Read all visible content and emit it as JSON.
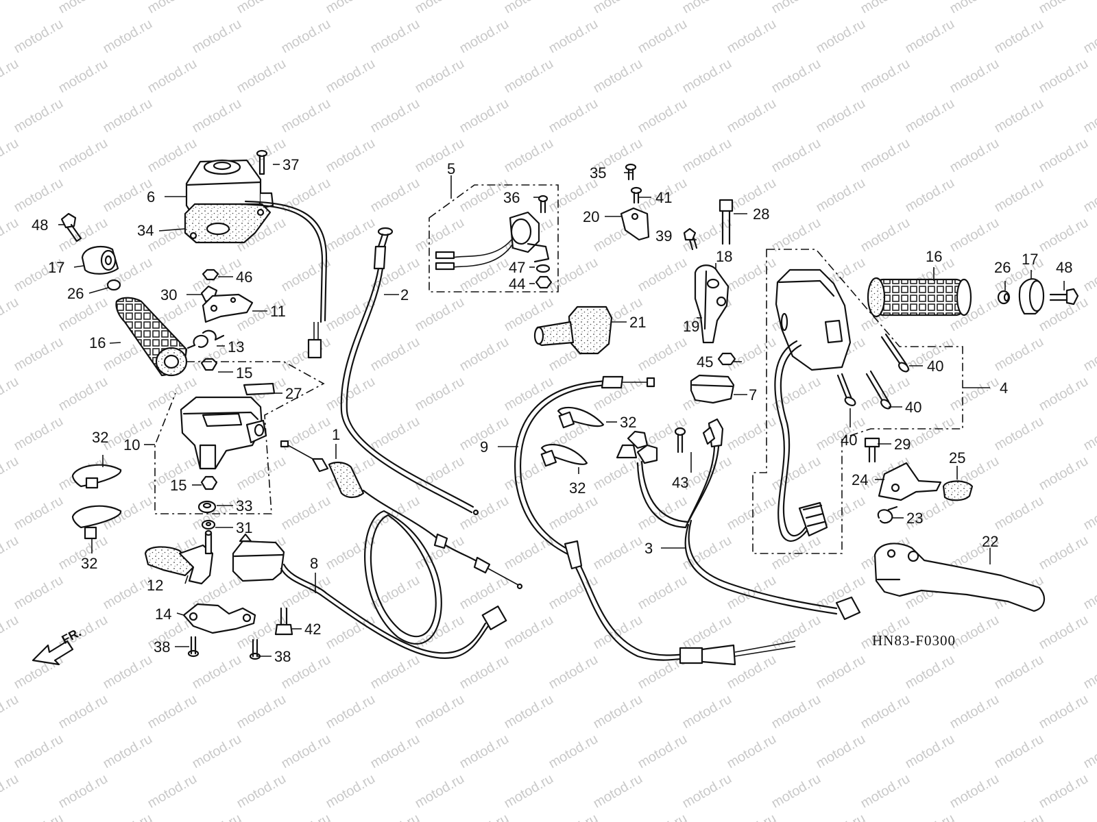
{
  "watermark": "motod.ru",
  "figure_code": "HN83-F0300",
  "direction_label": "FR.",
  "colors": {
    "ink": "#111111",
    "watermark": "#c9c9c9",
    "background": "#ffffff"
  },
  "callouts": {
    "c1": "1",
    "c2": "2",
    "c3": "3",
    "c4": "4",
    "c5": "5",
    "c6": "6",
    "c7": "7",
    "c8": "8",
    "c9": "9",
    "c10": "10",
    "c11": "11",
    "c12": "12",
    "c13": "13",
    "c14": "14",
    "c15a": "15",
    "c15b": "15",
    "c16a": "16",
    "c16b": "16",
    "c17a": "17",
    "c17b": "17",
    "c18": "18",
    "c19": "19",
    "c20": "20",
    "c21": "21",
    "c22": "22",
    "c23": "23",
    "c24": "24",
    "c25": "25",
    "c26a": "26",
    "c26b": "26",
    "c27": "27",
    "c28": "28",
    "c29": "29",
    "c30": "30",
    "c31": "31",
    "c32a": "32",
    "c32b": "32",
    "c32c": "32",
    "c32d": "32",
    "c33": "33",
    "c34": "34",
    "c35": "35",
    "c36": "36",
    "c37": "37",
    "c38a": "38",
    "c38b": "38",
    "c39": "39",
    "c40a": "40",
    "c40b": "40",
    "c40c": "40",
    "c41": "41",
    "c42": "42",
    "c43": "43",
    "c44": "44",
    "c45": "45",
    "c46": "46",
    "c47": "47",
    "c48a": "48",
    "c48b": "48"
  }
}
